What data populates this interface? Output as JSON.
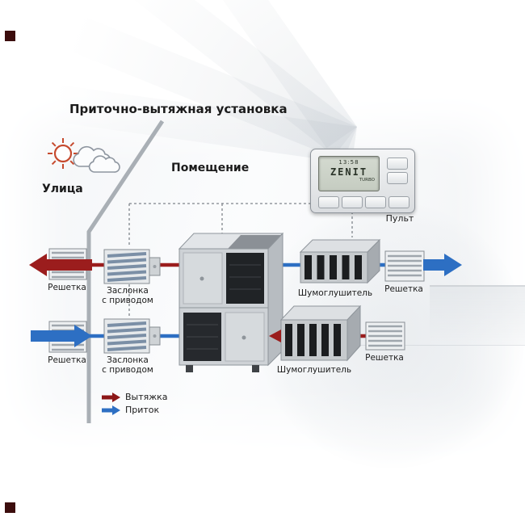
{
  "title": "Приточно-вытяжная установка",
  "zones": {
    "street": "Улица",
    "room": "Помещение"
  },
  "remote": {
    "label": "Пульт",
    "lcd_time": "13:58",
    "lcd_brand": "ZENIT",
    "lcd_sub": "TURBO"
  },
  "components": {
    "grille": "Решетка",
    "damper_line1": "Заслонка",
    "damper_line2": "с приводом",
    "silencer": "Шумоглушитель"
  },
  "legend": {
    "exhaust": "Вытяжка",
    "supply": "Приток"
  },
  "colors": {
    "exhaust": "#9b1d1d",
    "supply": "#2d6fc3",
    "wall": "#a9afb5"
  }
}
